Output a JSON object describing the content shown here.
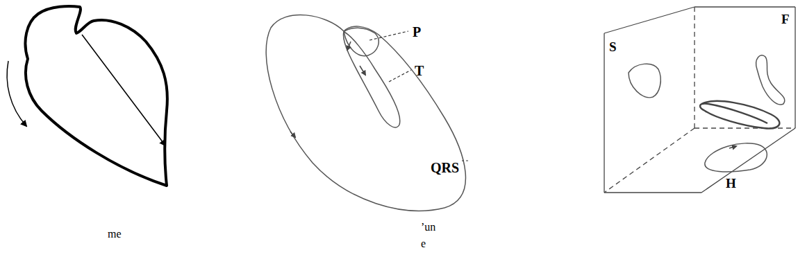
{
  "diagram": {
    "labels": [
      "me",
      "P",
      "T",
      "QRS",
      "S",
      "F",
      "H",
      "’un",
      "e"
    ]
  }
}
